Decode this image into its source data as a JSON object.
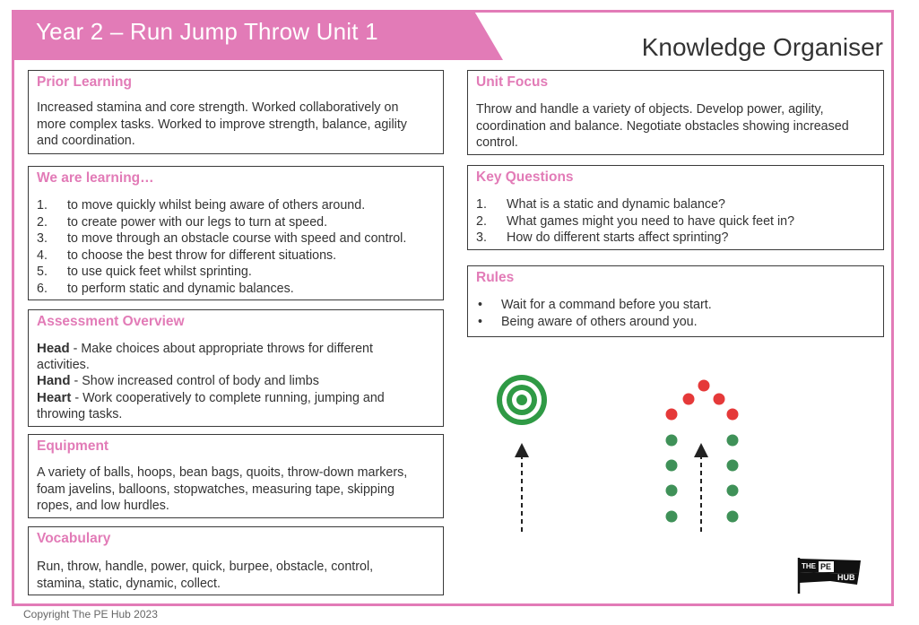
{
  "header": {
    "title": "Year 2 – Run Jump Throw Unit 1",
    "subtitle": "Knowledge Organiser"
  },
  "prior_learning": {
    "title": "Prior Learning",
    "lines": [
      "Increased stamina and core strength. Worked collaboratively on",
      "more complex tasks. Worked to improve strength, balance, agility",
      "and coordination."
    ]
  },
  "we_are_learning": {
    "title": "We are learning…",
    "items": [
      {
        "num": "1.",
        "text": "to move quickly whilst being aware of others around."
      },
      {
        "num": "2.",
        "text": "to create power with our legs to turn at speed."
      },
      {
        "num": "3.",
        "text": "to move through an obstacle course with speed and control."
      },
      {
        "num": "4.",
        "text": "to choose the best throw for different situations."
      },
      {
        "num": "5.",
        "text": "to use quick feet whilst sprinting."
      },
      {
        "num": "6.",
        "text": "to perform static and dynamic balances."
      }
    ]
  },
  "assessment": {
    "title": "Assessment Overview",
    "head_label": "Head",
    "head_line1": " - Make choices about appropriate throws for different",
    "head_line2": "activities.",
    "hand_label": "Hand",
    "hand_text": " - Show increased control of body and limbs",
    "heart_label": "Heart",
    "heart_line1": " - Work cooperatively to complete running, jumping and",
    "heart_line2": "throwing tasks."
  },
  "equipment": {
    "title": "Equipment",
    "lines": [
      "A variety of balls, hoops, bean bags, quoits, throw-down markers,",
      "foam javelins, balloons, stopwatches, measuring tape, skipping",
      "ropes, and low hurdles."
    ]
  },
  "vocabulary": {
    "title": "Vocabulary",
    "lines": [
      "Run, throw, handle, power, quick, burpee, obstacle, control,",
      "stamina, static, dynamic, collect."
    ]
  },
  "unit_focus": {
    "title": "Unit Focus",
    "lines": [
      "Throw and handle a variety of objects. Develop power, agility,",
      "coordination and balance. Negotiate obstacles showing increased",
      "control."
    ]
  },
  "key_questions": {
    "title": "Key Questions",
    "items": [
      {
        "num": "1.",
        "text": "What is a static and dynamic balance?"
      },
      {
        "num": "2.",
        "text": "What games might you need to have quick feet in?"
      },
      {
        "num": "3.",
        "text": "How do different starts affect sprinting?"
      }
    ]
  },
  "rules": {
    "title": "Rules",
    "items": [
      {
        "bullet": "•",
        "text": "Wait for a command before you start."
      },
      {
        "bullet": "•",
        "text": "Being aware of others around you."
      }
    ]
  },
  "logo": {
    "the": "THE",
    "pe": "PE",
    "hub": "HUB"
  },
  "footer": {
    "copyright": "Copyright The PE Hub 2023"
  },
  "colors": {
    "accent_pink": "#e27bb7",
    "target_green": "#2f9a45",
    "cone_green": "#3f9158",
    "cone_red": "#e53939"
  }
}
